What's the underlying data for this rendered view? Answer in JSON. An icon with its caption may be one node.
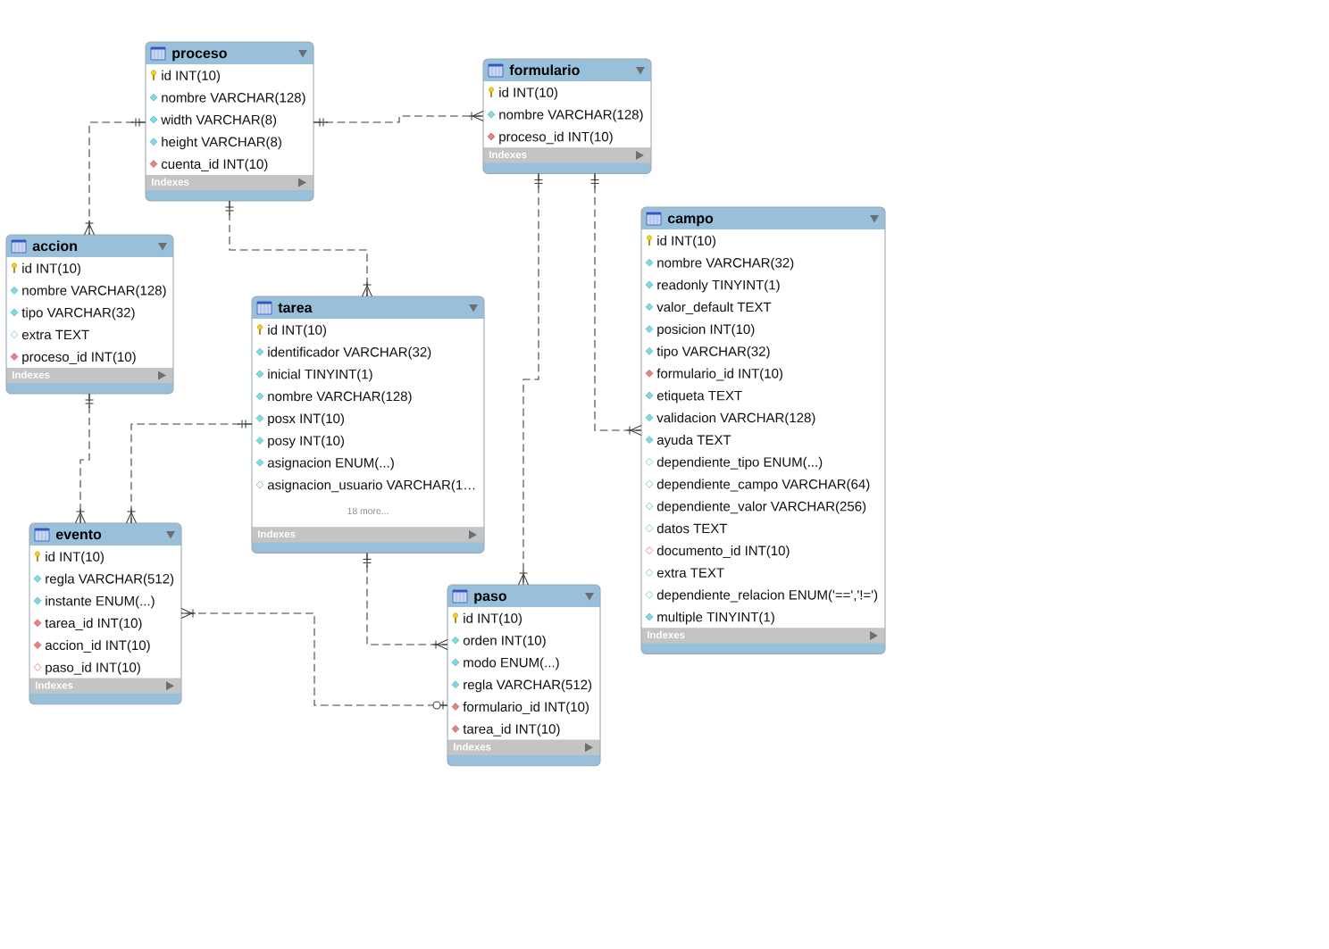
{
  "diagram": {
    "nodes": [
      {
        "text": [
          "proceso",
          "id INT(10)",
          "nombre VARCHAR(128)",
          "width VARCHAR(8)",
          "height VARCHAR(8)",
          "cuenta_id INT(10)",
          "Indexes"
        ]
      },
      {
        "text": [
          "formulario",
          "id INT(10)",
          "nombre VARCHAR(128)",
          "proceso_id INT(10)",
          "Indexes"
        ]
      },
      {
        "text": [
          "campo",
          "id INT(10)",
          "nombre VARCHAR(32)",
          "readonly TINYINT(1)",
          "valor_default TEXT",
          "posicion INT(10)",
          "tipo VARCHAR(32)",
          "formulario_id INT(10)",
          "etiqueta TEXT",
          "validacion VARCHAR(128)",
          "ayuda TEXT",
          "dependiente_tipo ENUM(...)",
          "dependiente_campo VARCHAR(64)",
          "dependiente_valor VARCHAR(256)",
          "datos TEXT",
          "documento_id INT(10)",
          "extra TEXT",
          "dependiente_relacion ENUM('==','!=')",
          "multiple TINYINT(1)",
          "Indexes"
        ]
      },
      {
        "text": [
          "accion",
          "id INT(10)",
          "nombre VARCHAR(128)",
          "tipo VARCHAR(32)",
          "extra TEXT",
          "proceso_id INT(10)",
          "Indexes"
        ]
      },
      {
        "text": [
          "tarea",
          "id INT(10)",
          "identificador VARCHAR(32)",
          "inicial TINYINT(1)",
          "nombre VARCHAR(128)",
          "posx INT(10)",
          "posy INT(10)",
          "asignacion ENUM(...)",
          "asignacion_usuario VARCHAR(1…",
          "18 more...",
          "Indexes"
        ]
      },
      {
        "text": [
          "evento",
          "id INT(10)",
          "regla VARCHAR(512)",
          "instante ENUM(...)",
          "tarea_id INT(10)",
          "accion_id INT(10)",
          "paso_id INT(10)",
          "Indexes"
        ]
      },
      {
        "text": [
          "paso",
          "id INT(10)",
          "orden INT(10)",
          "modo ENUM(...)",
          "regla VARCHAR(512)",
          "formulario_id INT(10)",
          "tarea_id INT(10)",
          "Indexes"
        ]
      }
    ],
    "edges": [
      {
        "from": 0,
        "to": 3,
        "arrow": "other",
        "style": "dashed"
      },
      {
        "from": 0,
        "to": 1,
        "arrow": "other",
        "style": "dashed"
      },
      {
        "from": 0,
        "to": 4,
        "arrow": "other",
        "style": "dashed"
      },
      {
        "from": 1,
        "to": 6,
        "arrow": "other",
        "style": "dashed"
      },
      {
        "from": 1,
        "to": 2,
        "arrow": "other",
        "style": "dashed"
      },
      {
        "from": 3,
        "to": 5,
        "arrow": "other",
        "style": "dashed"
      },
      {
        "from": 4,
        "to": 5,
        "arrow": "other",
        "style": "dashed"
      },
      {
        "from": 4,
        "to": 6,
        "arrow": "other",
        "style": "dashed"
      },
      {
        "from": 6,
        "to": 5,
        "arrow": "other",
        "style": "dashed"
      }
    ]
  }
}
